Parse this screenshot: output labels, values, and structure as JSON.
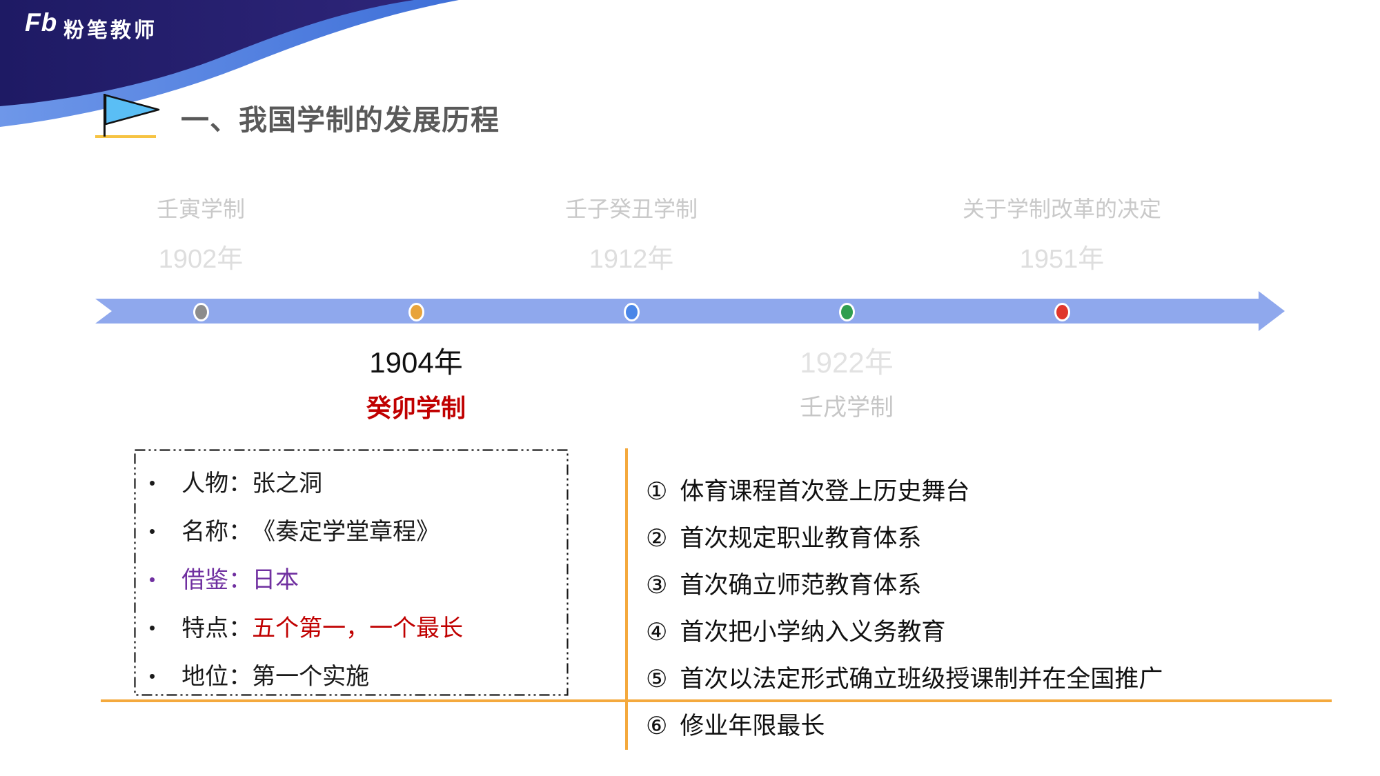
{
  "brand": {
    "logo": "Fb",
    "name": "粉笔教师"
  },
  "page_title": "一、我国学制的发展历程",
  "colors": {
    "brand_navy": "#211C6B",
    "brand_wave_blue": "#4E7EE0",
    "timeline_blue": "#8FA8ED",
    "accent_orange": "#F4A93D",
    "highlight_red": "#C00000",
    "highlight_purple": "#7030A0",
    "dimmed_gray": "#C9C9C9",
    "flag_blue": "#5ABEF5",
    "dot_colors": [
      "#8C8C8C",
      "#E8A33B",
      "#4A86E8",
      "#2F9E4F",
      "#E0362C"
    ]
  },
  "timeline": {
    "milestones": [
      {
        "name": "壬寅学制",
        "year": "1902年",
        "side": "above",
        "state": "dimmed",
        "dot_color": "#8C8C8C"
      },
      {
        "name": "癸卯学制",
        "year": "1904年",
        "side": "below",
        "state": "active",
        "dot_color": "#E8A33B"
      },
      {
        "name": "壬子癸丑学制",
        "year": "1912年",
        "side": "above",
        "state": "dimmed",
        "dot_color": "#4A86E8"
      },
      {
        "name": "壬戌学制",
        "year": "1922年",
        "side": "below",
        "state": "dimmed",
        "dot_color": "#2F9E4F"
      },
      {
        "name": "关于学制改革的决定",
        "year": "1951年",
        "side": "above",
        "state": "dimmed",
        "dot_color": "#E0362C"
      }
    ]
  },
  "detail_box": {
    "bullet": "•",
    "items": [
      {
        "label": "人物：",
        "value": "张之洞"
      },
      {
        "label": "名称：",
        "value": "《奏定学堂章程》"
      },
      {
        "label": "借鉴：",
        "value": "日本"
      },
      {
        "label": "特点：",
        "value": "五个第一，一个最长"
      },
      {
        "label": "地位：",
        "value": "第一个实施"
      }
    ]
  },
  "highlights": {
    "items": [
      {
        "num": "①",
        "text": "体育课程首次登上历史舞台"
      },
      {
        "num": "②",
        "text": "首次规定职业教育体系"
      },
      {
        "num": "③",
        "text": "首次确立师范教育体系"
      },
      {
        "num": "④",
        "text": "首次把小学纳入义务教育"
      },
      {
        "num": "⑤",
        "text": "首次以法定形式确立班级授课制并在全国推广"
      },
      {
        "num": "⑥",
        "text": "修业年限最长"
      }
    ]
  }
}
